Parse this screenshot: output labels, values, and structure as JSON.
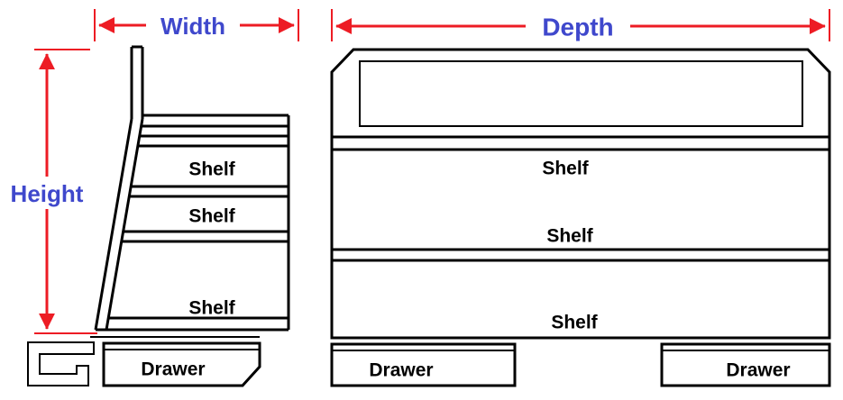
{
  "colors": {
    "dimension_arrow": "#ED1C24",
    "dimension_label": "#3F48CC",
    "structure_line": "#000000",
    "background": "#FFFFFF"
  },
  "side_view": {
    "width_label": "Width",
    "height_label": "Height",
    "shelf_labels": [
      "Shelf",
      "Shelf",
      "Shelf"
    ],
    "drawer_labels": [
      "Drawer"
    ]
  },
  "front_view": {
    "depth_label": "Depth",
    "shelf_labels": [
      "Shelf",
      "Shelf",
      "Shelf"
    ],
    "drawer_labels": [
      "Drawer",
      "Drawer"
    ]
  }
}
